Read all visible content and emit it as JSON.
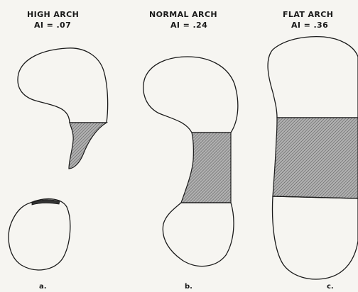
{
  "panels": [
    {
      "id": "a",
      "title": "HIGH ARCH",
      "index_text": "AI = .07",
      "label": "a."
    },
    {
      "id": "b",
      "title": "NORMAL ARCH",
      "index_text": "AI = .24",
      "label": "b."
    },
    {
      "id": "c",
      "title": "FLAT ARCH",
      "index_text": "AI = .36",
      "label": "c."
    }
  ],
  "colors": {
    "background": "#f6f5f1",
    "outline": "#1a1a1a",
    "hatch_fill": "#8c8c8c"
  }
}
